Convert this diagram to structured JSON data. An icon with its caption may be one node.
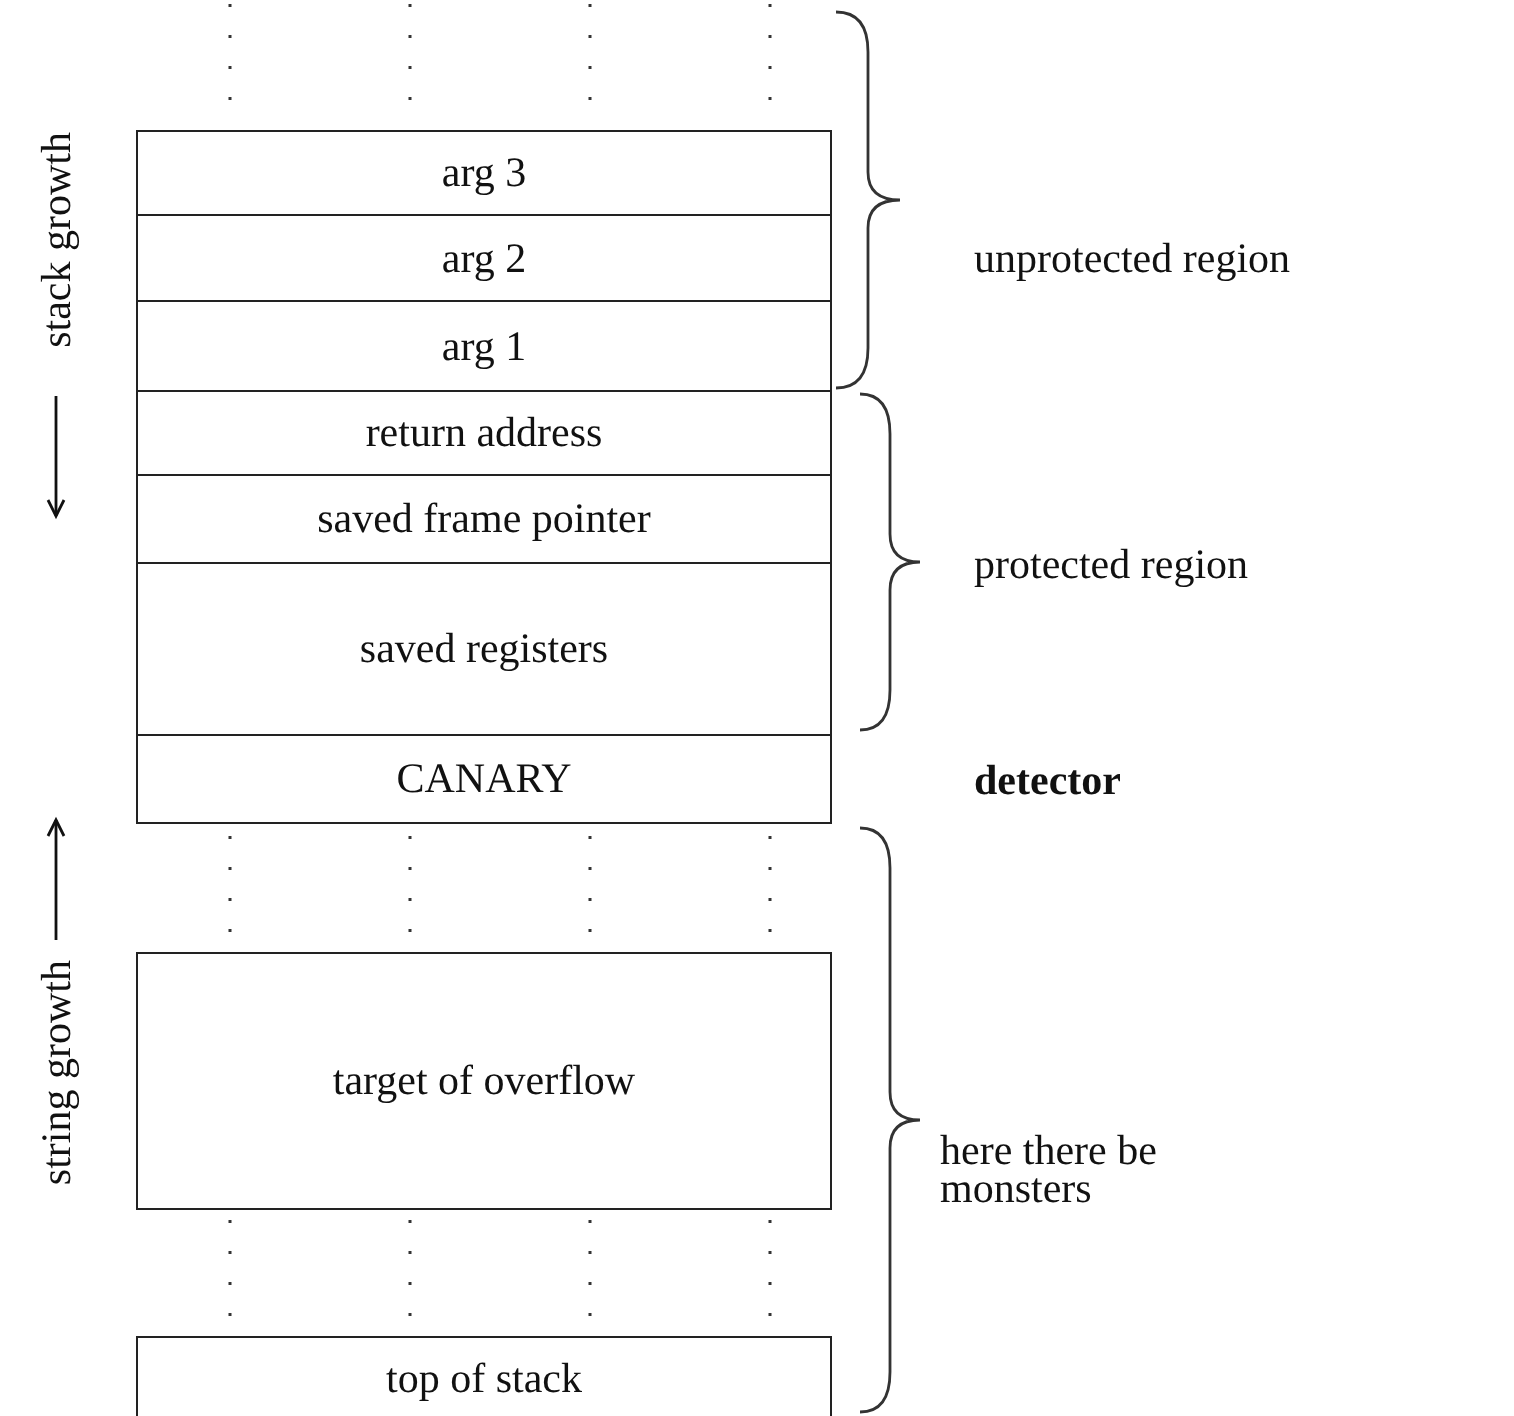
{
  "diagram": {
    "nodes": [
      {
        "text": [
          "arg 3"
        ]
      },
      {
        "text": [
          "arg 2"
        ]
      },
      {
        "text": [
          "arg 1"
        ]
      },
      {
        "text": [
          "return address"
        ]
      },
      {
        "text": [
          "saved frame pointer"
        ]
      },
      {
        "text": [
          "saved registers"
        ]
      },
      {
        "text": [
          "CANARY"
        ]
      },
      {
        "text": [
          "target of overflow"
        ]
      },
      {
        "text": [
          "top of stack"
        ]
      }
    ],
    "edges": [],
    "labels": [
      "stack growth",
      "unprotected region",
      "protected region",
      "detector",
      "string growth",
      "here there be monsters"
    ]
  }
}
